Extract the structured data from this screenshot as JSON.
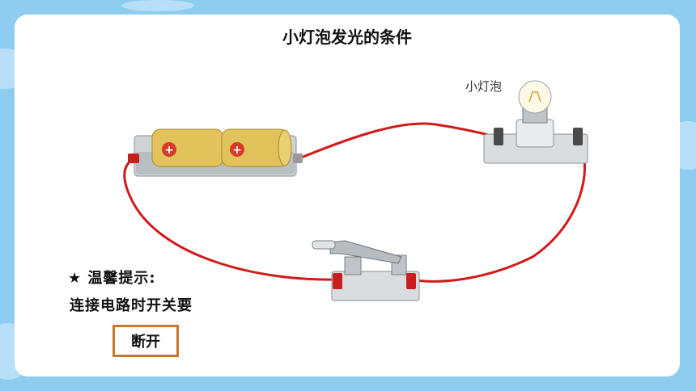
{
  "slide": {
    "title": "小灯泡发光的条件",
    "bulb_label": "小灯泡",
    "tip_title": "★ 温馨提示:",
    "tip_text": "连接电路时开关要",
    "answer": "断开"
  },
  "colors": {
    "background": "#8fcdf0",
    "card": "#ffffff",
    "wire": "#d11a1a",
    "battery": "#e2c25a",
    "answer_border": "#c8782c"
  },
  "icons": [
    "battery-icon",
    "bulb-icon",
    "switch-icon"
  ]
}
